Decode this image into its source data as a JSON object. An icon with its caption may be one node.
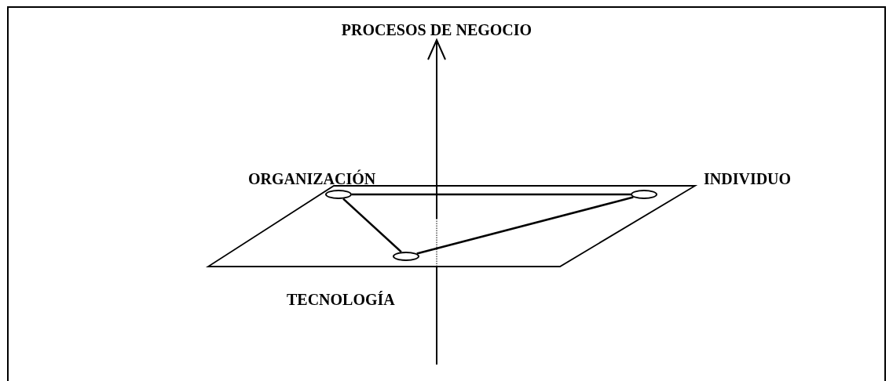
{
  "diagram": {
    "nodes": [
      {
        "text": [],
        "shape": "circle",
        "beside": [
          "ORGANIZACIÓN"
        ]
      },
      {
        "text": [],
        "shape": "circle",
        "beside": [
          "INDIVIDUO"
        ]
      },
      {
        "text": [],
        "shape": "circle",
        "beside": [
          "TECNOLOGÍA"
        ]
      }
    ],
    "edges": [
      {
        "from": 0,
        "to": 1,
        "arrow": "none"
      },
      {
        "from": 0,
        "to": 2,
        "arrow": "none"
      },
      {
        "from": 2,
        "to": 1,
        "arrow": "none"
      }
    ],
    "labels": [
      "PROCESOS DE NEGOCIO"
    ]
  }
}
